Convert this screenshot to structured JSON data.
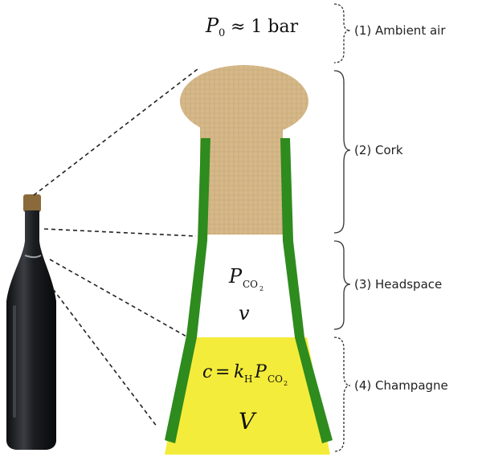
{
  "sections": [
    {
      "label": "(1) Ambient air"
    },
    {
      "label": "(2) Cork"
    },
    {
      "label": "(3) Headspace"
    },
    {
      "label": "(4) Champagne"
    }
  ],
  "ambient_expr": {
    "p": "P",
    "sub": "0",
    "rest": "≈ 1 bar"
  },
  "headspace_pressure": {
    "p": "P",
    "sub": "CO",
    "sub2": "2"
  },
  "headspace_volume": "v",
  "henry_law": {
    "c": "c",
    "eq": "=",
    "k": "k",
    "ksub": "H",
    "p": "P",
    "sub": "CO",
    "sub2": "2"
  },
  "liquid_volume": "V",
  "colors": {
    "cork": "#d6b98a",
    "cork_texture": "#c4a26e",
    "glass": "#2e8b1e",
    "champagne": "#f4ec3a",
    "bottle": "#1a1c1f",
    "bottle_foil": "#8a6a3a"
  }
}
